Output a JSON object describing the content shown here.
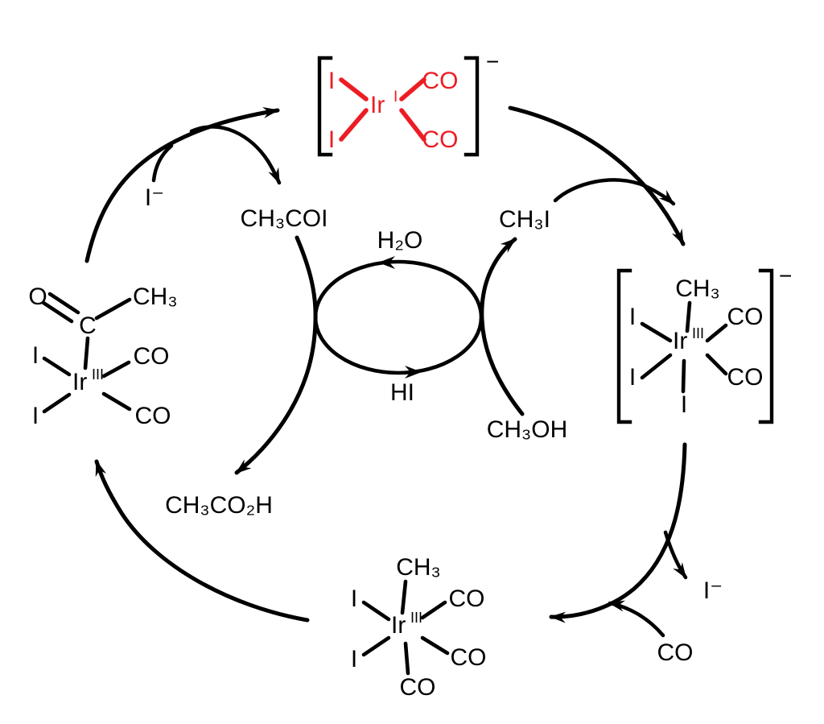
{
  "colors": {
    "catalyst": "#ED1C24",
    "ink": "#000000",
    "background": "#FFFFFF"
  },
  "species": {
    "acetyl_iodide": "CH₃COI",
    "water": "H₂O",
    "hydrogen_iodide": "HI",
    "methyl_iodide": "CH₃I",
    "methanol": "CH₃OH",
    "acetic_acid": "CH₃CO₂H",
    "iodide_top_left": "I⁻",
    "iodide_bottom_right": "I⁻",
    "carbon_monoxide": "CO"
  },
  "complex_top": {
    "metal": "Ir",
    "oxidation_state": "I",
    "iodide_upper": "I",
    "iodide_lower": "I",
    "carbonyl_upper": "CO",
    "carbonyl_lower": "CO",
    "charge": "−"
  },
  "complex_right": {
    "metal": "Ir",
    "oxidation_state": "III",
    "methyl": "CH₃",
    "iodide_upper": "I",
    "iodide_lower": "I",
    "iodide_axial": "I",
    "carbonyl_upper": "CO",
    "carbonyl_lower": "CO",
    "charge": "−"
  },
  "complex_bottom": {
    "metal": "Ir",
    "oxidation_state": "III",
    "methyl": "CH₃",
    "iodide_upper": "I",
    "iodide_lower": "I",
    "carbonyl_upper": "CO",
    "carbonyl_lower": "CO",
    "carbonyl_axial": "CO"
  },
  "complex_left": {
    "metal": "Ir",
    "oxidation_state": "III",
    "acyl_oxygen": "O",
    "acyl_carbon": "C",
    "acyl_methyl": "CH₃",
    "iodide_upper": "I",
    "iodide_lower": "I",
    "carbonyl_upper": "CO",
    "carbonyl_lower": "CO"
  }
}
